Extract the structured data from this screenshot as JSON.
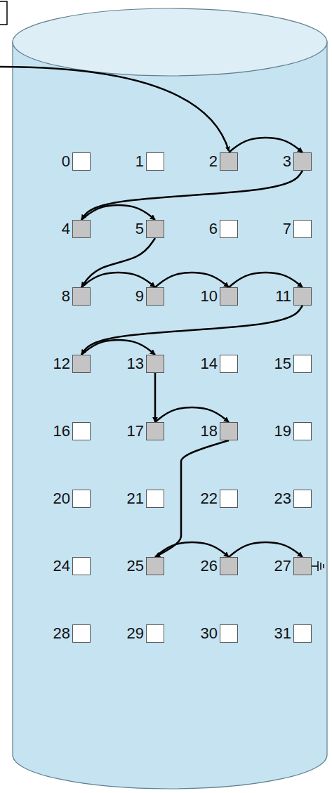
{
  "diagram": {
    "nodes": [
      {
        "text": [
          "0"
        ]
      },
      {
        "text": [
          "1"
        ]
      },
      {
        "text": [
          "2"
        ]
      },
      {
        "text": [
          "3"
        ]
      },
      {
        "text": [
          "4"
        ]
      },
      {
        "text": [
          "5"
        ]
      },
      {
        "text": [
          "6"
        ]
      },
      {
        "text": [
          "7"
        ]
      },
      {
        "text": [
          "8"
        ]
      },
      {
        "text": [
          "9"
        ]
      },
      {
        "text": [
          "10"
        ]
      },
      {
        "text": [
          "11"
        ]
      },
      {
        "text": [
          "12"
        ]
      },
      {
        "text": [
          "13"
        ]
      },
      {
        "text": [
          "14"
        ]
      },
      {
        "text": [
          "15"
        ]
      },
      {
        "text": [
          "16"
        ]
      },
      {
        "text": [
          "17"
        ]
      },
      {
        "text": [
          "18"
        ]
      },
      {
        "text": [
          "19"
        ]
      },
      {
        "text": [
          "20"
        ]
      },
      {
        "text": [
          "21"
        ]
      },
      {
        "text": [
          "22"
        ]
      },
      {
        "text": [
          "23"
        ]
      },
      {
        "text": [
          "24"
        ]
      },
      {
        "text": [
          "25"
        ]
      },
      {
        "text": [
          "26"
        ]
      },
      {
        "text": [
          "27"
        ]
      },
      {
        "text": [
          "28"
        ]
      },
      {
        "text": [
          "29"
        ]
      },
      {
        "text": [
          "30"
        ]
      },
      {
        "text": [
          "31"
        ]
      }
    ],
    "edges": [
      {
        "from": 2,
        "to": 3,
        "arrow": "to"
      },
      {
        "from": 3,
        "to": 4,
        "arrow": "to"
      },
      {
        "from": 4,
        "to": 5,
        "arrow": "to"
      },
      {
        "from": 5,
        "to": 8,
        "arrow": "to"
      },
      {
        "from": 8,
        "to": 9,
        "arrow": "to"
      },
      {
        "from": 9,
        "to": 10,
        "arrow": "to"
      },
      {
        "from": 10,
        "to": 11,
        "arrow": "to"
      },
      {
        "from": 11,
        "to": 12,
        "arrow": "to"
      },
      {
        "from": 12,
        "to": 13,
        "arrow": "to"
      },
      {
        "from": 13,
        "to": 17,
        "arrow": "to"
      },
      {
        "from": 17,
        "to": 18,
        "arrow": "to"
      },
      {
        "from": 18,
        "to": 25,
        "arrow": "to"
      },
      {
        "from": 25,
        "to": 26,
        "arrow": "to"
      },
      {
        "from": 26,
        "to": 27,
        "arrow": "to"
      }
    ]
  }
}
